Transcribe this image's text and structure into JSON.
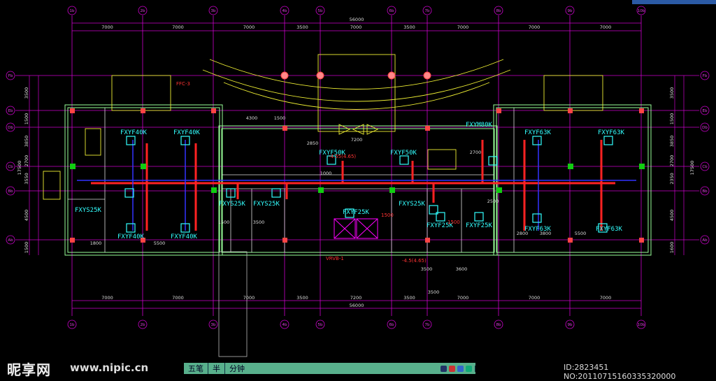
{
  "drawing": {
    "grid_labels_top": [
      "1b",
      "2b",
      "3b",
      "4b",
      "5b",
      "6b",
      "7b",
      "8b",
      "9b",
      "10b"
    ],
    "grid_labels_bottom": [
      "1b",
      "2b",
      "3b",
      "4b",
      "5b",
      "6b",
      "7b",
      "8b",
      "9b",
      "10b"
    ],
    "grid_labels_left": [
      "Fb",
      "Eb",
      "Db",
      "Cb",
      "Bb",
      "Ab"
    ],
    "grid_labels_right": [
      "Fb",
      "Eb",
      "Db",
      "Cb",
      "Bb",
      "Ab"
    ],
    "dims_top_total": "56000",
    "dims_top": [
      "7000",
      "7000",
      "7000",
      "3500",
      "7000",
      "3500",
      "7000",
      "7000",
      "7000"
    ],
    "dims_bottom": [
      "7000",
      "7000",
      "7000",
      "3500",
      "7200",
      "3500",
      "7000",
      "7000",
      "7000"
    ],
    "dims_bottom_total": "56000",
    "dims_left": [
      "3500",
      "1500",
      "3850",
      "2700",
      "3550",
      "4500",
      "1500"
    ],
    "dims_left_total": "17500",
    "dims_right": [
      "3500",
      "1500",
      "3850",
      "2700",
      "2350",
      "4500",
      "1600"
    ],
    "dims_right_total": "17500",
    "units": [
      {
        "label": "FXYF40K",
        "id": "u1"
      },
      {
        "label": "FXYF40K",
        "id": "u2"
      },
      {
        "label": "FXYF40K",
        "id": "u3"
      },
      {
        "label": "FXYF40K",
        "id": "u4"
      },
      {
        "label": "FXYS25K",
        "id": "u5"
      },
      {
        "label": "FXYS25K",
        "id": "u6"
      },
      {
        "label": "FXYS25K",
        "id": "u7"
      },
      {
        "label": "FXYF50K",
        "id": "u8"
      },
      {
        "label": "FXYF50K",
        "id": "u9"
      },
      {
        "label": "FXYF25K",
        "id": "u10"
      },
      {
        "label": "FXYS25K",
        "id": "u11"
      },
      {
        "label": "FXYF25K",
        "id": "u12"
      },
      {
        "label": "FXYF25K",
        "id": "u13"
      },
      {
        "label": "FXYM80K",
        "id": "u14"
      },
      {
        "label": "FXYF63K",
        "id": "u15"
      },
      {
        "label": "FXYF63K",
        "id": "u16"
      },
      {
        "label": "FXYF63K",
        "id": "u17"
      },
      {
        "label": "FXYF63K",
        "id": "u18"
      }
    ],
    "inner_dims": [
      "4300",
      "1500",
      "1800",
      "5500",
      "1500",
      "3500",
      "2850",
      "2500",
      "2700",
      "1000",
      "7200",
      "3500",
      "3600",
      "3500",
      "3800",
      "5500",
      "2800"
    ],
    "tags": [
      "FFC-3",
      "VRVB-1",
      "-4.55(4.65)",
      "-4.5(4.65)",
      "1500",
      "1500"
    ]
  },
  "watermark": {
    "logo": "昵享网",
    "url": "www.nipic.cn",
    "id": "ID:2823451 NO:20110715160335320000"
  },
  "ime": {
    "mode1": "五笔",
    "mode2": "半",
    "main": "分钟"
  }
}
